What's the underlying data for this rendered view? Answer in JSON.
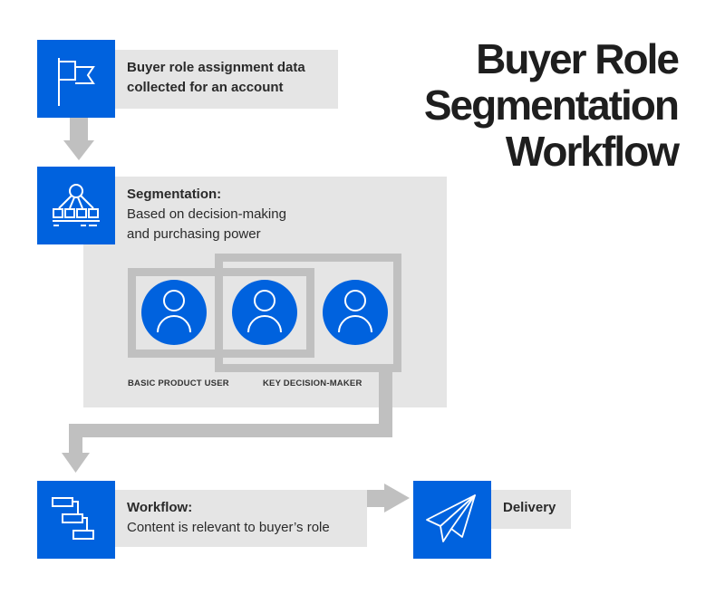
{
  "title": {
    "line1": "Buyer Role",
    "line2": "Segmentation",
    "line3": "Workflow"
  },
  "steps": [
    {
      "icon": "flag-icon",
      "line1": "Buyer role assignment data",
      "line2": "collected for an account"
    },
    {
      "icon": "hierarchy-icon",
      "heading": "Segmentation:",
      "line1": "Based on decision-making",
      "line2": "and purchasing power"
    },
    {
      "icon": "workflow-icon",
      "heading": "Workflow:",
      "line1": "Content is relevant to buyer’s role"
    },
    {
      "icon": "paper-plane-icon",
      "heading": "Delivery"
    }
  ],
  "segments": {
    "basic": "BASIC PRODUCT USER",
    "key": "KEY DECISION-MAKER"
  },
  "colors": {
    "blue": "#0062de",
    "panel": "#e5e5e5",
    "arrow": "#c0c0c0"
  }
}
